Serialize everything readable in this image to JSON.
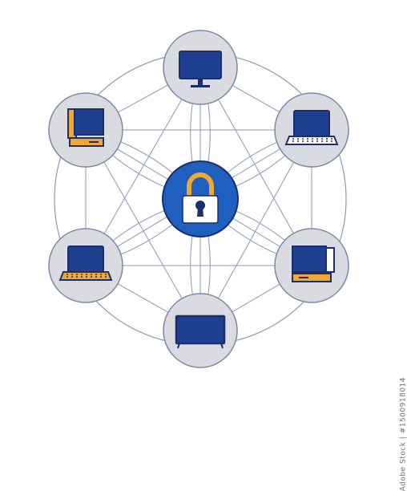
{
  "diagram": {
    "hub": {
      "icon": "padlock-icon",
      "fill": "#1f5fbf",
      "shackle_color": "#f0a830",
      "body_color": "#ffffff"
    },
    "nodes": [
      {
        "id": "top",
        "icon": "monitor-icon"
      },
      {
        "id": "upper-right",
        "icon": "laptop-icon"
      },
      {
        "id": "lower-right",
        "icon": "desktop-computer-icon"
      },
      {
        "id": "bottom",
        "icon": "tv-icon"
      },
      {
        "id": "lower-left",
        "icon": "laptop-icon"
      },
      {
        "id": "upper-left",
        "icon": "desktop-computer-icon"
      }
    ],
    "colors": {
      "node_fill": "#d9dbe0",
      "node_stroke": "#7a8aa8",
      "line": "#8a9ab8",
      "screen": "#1f3f8f",
      "outline": "#1a2f6b",
      "accent": "#f0a830"
    }
  },
  "stock_id": "Adobe Stock | #1500918014"
}
